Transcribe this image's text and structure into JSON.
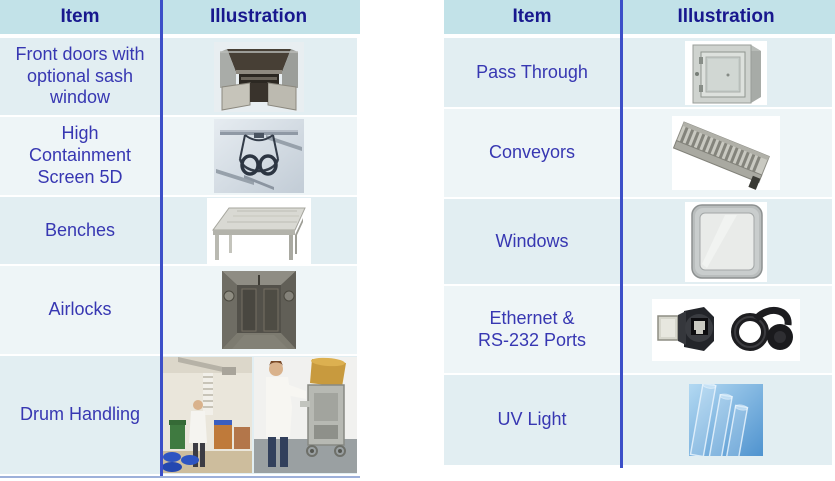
{
  "tables": [
    {
      "id": "left",
      "headers": {
        "item": "Item",
        "illustration": "Illustration"
      },
      "rows": [
        {
          "item": "Front doors with\noptional sash\nwindow",
          "illustration": "front-doors-photo"
        },
        {
          "item": "High\nContainment\nScreen 5D",
          "illustration": "high-containment-screen-render"
        },
        {
          "item": "Benches",
          "illustration": "bench-photo"
        },
        {
          "item": "Airlocks",
          "illustration": "airlock-photo"
        },
        {
          "item": "Drum Handling",
          "illustration": "drum-handling-photos"
        }
      ]
    },
    {
      "id": "right",
      "headers": {
        "item": "Item",
        "illustration": "Illustration"
      },
      "rows": [
        {
          "item": "Pass Through",
          "illustration": "pass-through-photo"
        },
        {
          "item": "Conveyors",
          "illustration": "roller-conveyor-photo"
        },
        {
          "item": "Windows",
          "illustration": "window-frame-photo"
        },
        {
          "item": "Ethernet &\nRS-232 Ports",
          "illustration": "ethernet-rs232-connectors-photo"
        },
        {
          "item": "UV Light",
          "illustration": "uv-light-tubes-photo"
        }
      ]
    }
  ],
  "colors": {
    "header_bg": "#c2e2e8",
    "header_text": "#18188e",
    "body_text": "#3737b2",
    "row_odd_bg": "#e2eef2",
    "row_even_bg": "#eef5f7",
    "divider": "#3c4fc8"
  }
}
